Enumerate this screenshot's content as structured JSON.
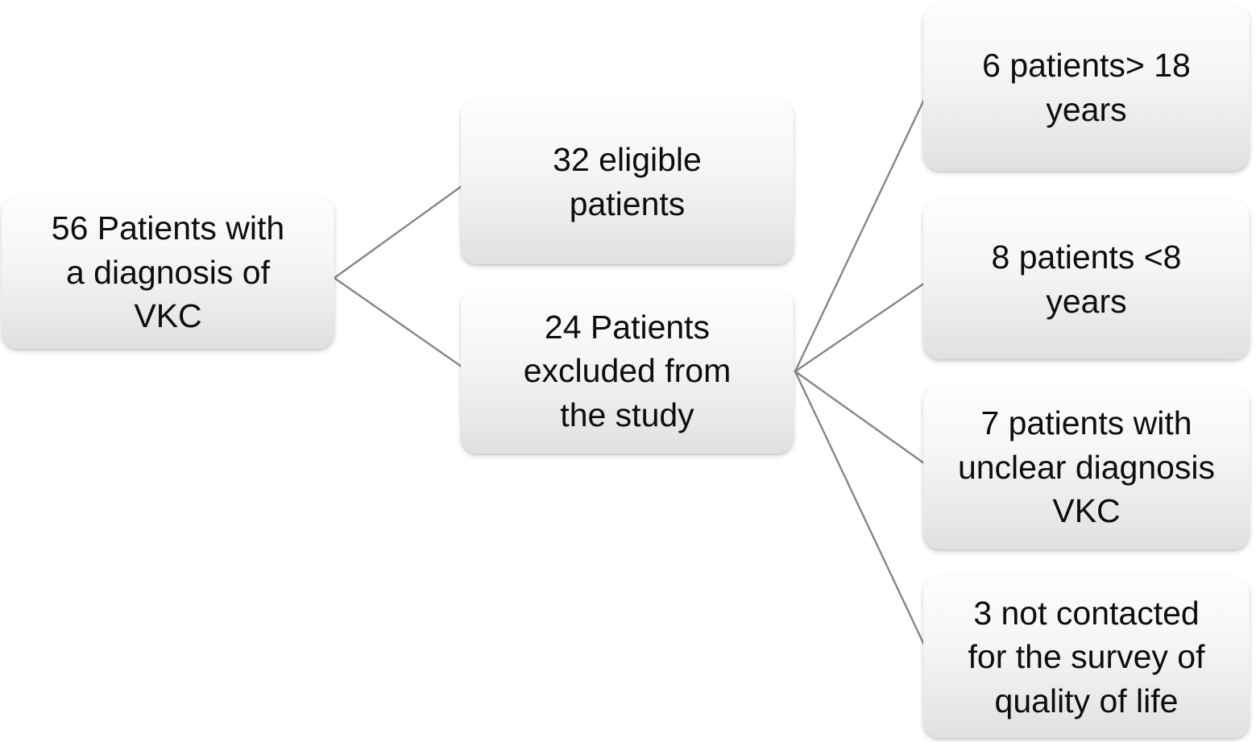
{
  "nodes": [
    {
      "id": "root",
      "label": "56 Patients with\na diagnosis of\nVKC"
    },
    {
      "id": "eligible",
      "label": "32 eligible\npatients"
    },
    {
      "id": "excluded",
      "label": "24 Patients\nexcluded from\nthe study"
    },
    {
      "id": "gt18",
      "label": "6 patients> 18\nyears"
    },
    {
      "id": "lt8",
      "label": "8 patients <8\nyears"
    },
    {
      "id": "unclear",
      "label": "7 patients with\nunclear diagnosis\nVKC"
    },
    {
      "id": "notcontacted",
      "label": "3 not contacted\nfor the survey of\nquality of life"
    }
  ],
  "edges": [
    {
      "from": "root",
      "to": "eligible"
    },
    {
      "from": "root",
      "to": "excluded"
    },
    {
      "from": "excluded",
      "to": "gt18"
    },
    {
      "from": "excluded",
      "to": "lt8"
    },
    {
      "from": "excluded",
      "to": "unclear"
    },
    {
      "from": "excluded",
      "to": "notcontacted"
    }
  ],
  "colors": {
    "box_gradient_top": "#fdfdfd",
    "box_gradient_bottom": "#e0e0e0",
    "connector_line": "#868686",
    "text": "#0d0d0d",
    "background": "#ffffff"
  }
}
